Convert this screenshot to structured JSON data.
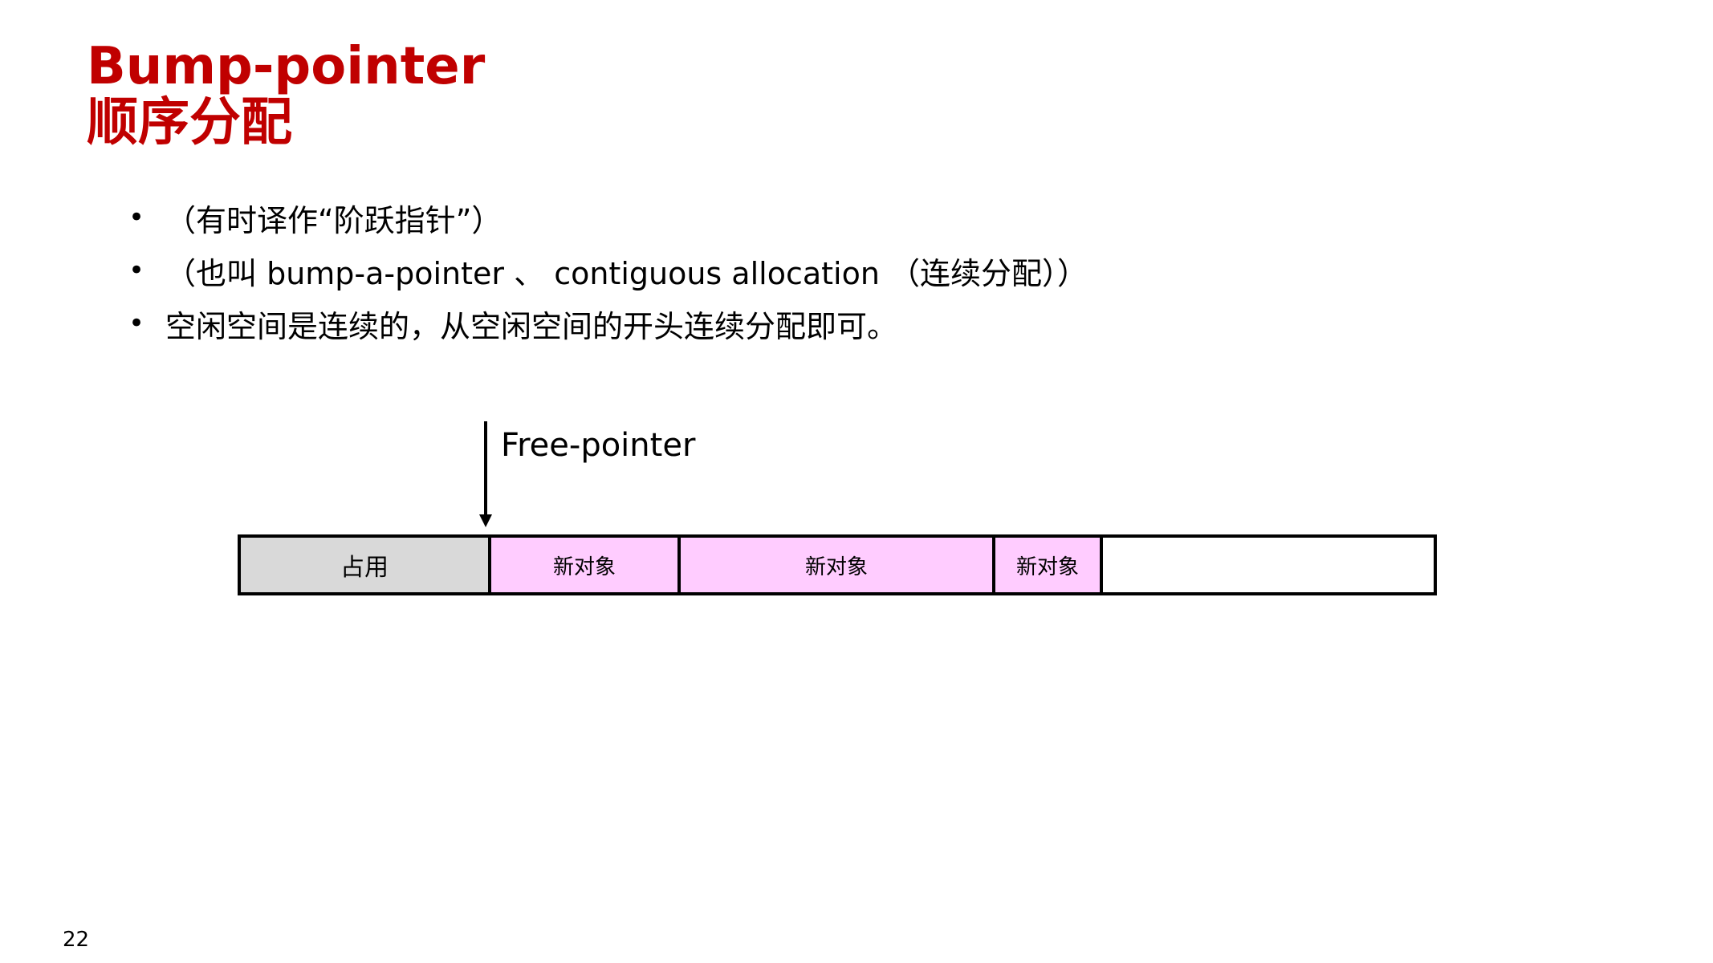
{
  "slide": {
    "title_line1": "Bump-pointer",
    "title_line2": "顺序分配",
    "title_color": "#c00000",
    "page_number": "22"
  },
  "bullets": [
    {
      "marker": "•",
      "text": "（有时译作“阶跃指针”）"
    },
    {
      "marker": "•",
      "text": "（也叫 bump-a-pointer 、 contiguous allocation （连续分配））"
    },
    {
      "marker": "•",
      "text": "空闲空间是连续的，从空闲空间的开头连续分配即可。"
    }
  ],
  "diagram": {
    "pointer_label": "Free-pointer",
    "segments": [
      {
        "label": "占用",
        "color": "#d9d9d9"
      },
      {
        "label": "新对象",
        "color": "#ffccff"
      },
      {
        "label": "新对象",
        "color": "#ffccff"
      },
      {
        "label": "新对象",
        "color": "#ffccff"
      },
      {
        "label": "",
        "color": "#ffffff"
      }
    ]
  }
}
